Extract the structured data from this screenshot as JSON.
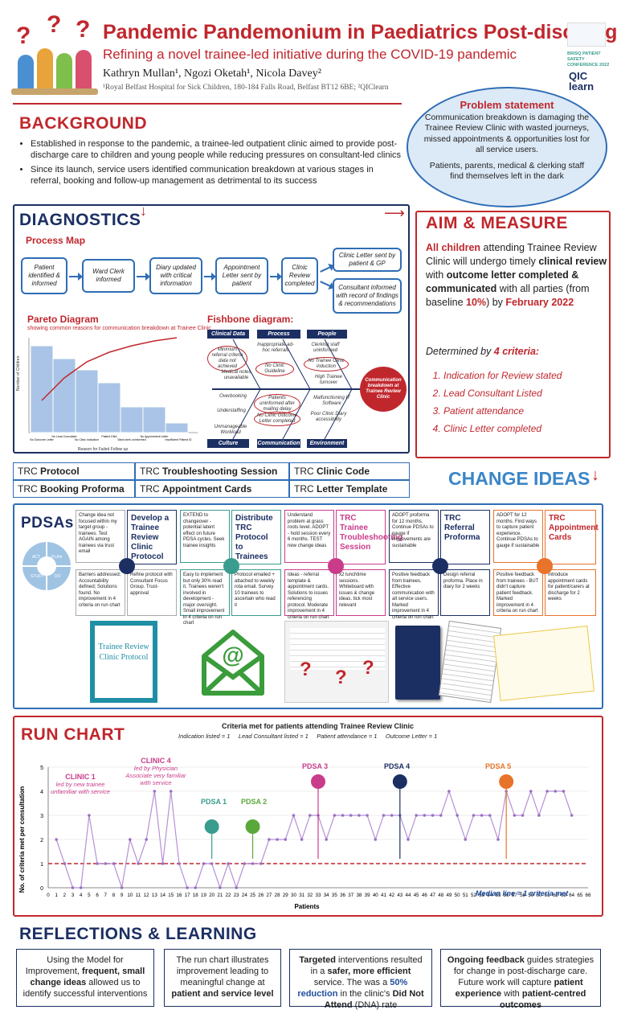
{
  "header": {
    "title": "Pandemic Pandemonium in Paediatrics Post-discharge",
    "subtitle": "Refining a novel trainee-led initiative during the COVID-19 pandemic",
    "authors": "Kathryn Mullan¹, Ngozi Oketah¹, Nicola Davey²",
    "affiliation": "¹Royal Belfast Hospital for Sick Children, 180-184 Falls Road, Belfast BT12 6BE; ²QIClearn",
    "logo1": "BRISQ PATIENT SAFETY CONFERENCE 2022",
    "logo2": "QIC learn"
  },
  "problem": {
    "heading": "Problem statement",
    "p1": "Communication breakdown is damaging the Trainee Review Clinic with wasted journeys, missed appointments & opportunities lost for all service users.",
    "p2": "Patients, parents, medical & clerking staff find themselves left in the dark"
  },
  "background": {
    "title": "BACKGROUND",
    "b1": "Established in response to the pandemic, a trainee-led outpatient clinic aimed to provide post-discharge care to children and young people while reducing pressures on consultant-led clinics",
    "b2": "Since its launch, service users identified communication breakdown at various stages in referral, booking and follow-up management as detrimental to its success"
  },
  "diagnostics": {
    "title": "DIAGNOSTICS",
    "process_map_title": "Process Map",
    "steps": [
      "Patient identified & informed",
      "Ward Clerk informed",
      "Diary updated with critical information",
      "Appointment Letter sent by patient",
      "Clinic Review completed"
    ],
    "outcomes": [
      "Clinic Letter sent by patient & GP",
      "Consultant informed with record of findings & recommendations"
    ],
    "pareto_title": "Pareto Diagram",
    "pareto_subtitle": "showing common reasons for communication breakdown at Trainee Clinic",
    "pareto_ylabel": "Number of Children",
    "pareto_xlabel": "Reason for Failed Follow up",
    "pareto_cats": [
      "No Outcome Letter",
      "No Lead Consultant",
      "No Clinic Indication",
      "Patient DNA",
      "Ward clerk uninformed",
      "No Appointment Letter",
      "Insufficient Patient ID"
    ],
    "fishbone_title": "Fishbone diagram:",
    "fishbone_heads": [
      "Clinical Data",
      "Process",
      "People",
      "Culture",
      "Communication",
      "Environment"
    ],
    "fishbone_labels": [
      "Minimum referral criteria data not achieved",
      "Inappropriate ad-hoc referrals",
      "Clerking staff uninformed",
      "No Clinic Guideline",
      "No Trainee Clinic induction",
      "Medical notes unavailable",
      "High Trainee turnover",
      "Overbooking",
      "Patients uninformed after mailing delay",
      "Malfunctioning IT Software",
      "Understaffing",
      "No Clinic Outcome Letter completed",
      "Poor Clinic Diary accessibility",
      "Unmanageable Workload"
    ],
    "fishbone_effect": "Communication breakdown at Trainee Review Clinic"
  },
  "aim": {
    "title": "AIM & MEASURE",
    "text_a": "All children",
    "text_b": " attending Trainee Review Clinic will undergo timely ",
    "text_c": "clinical review",
    "text_d": " with ",
    "text_e": "outcome letter completed & communicated",
    "text_f": " with all parties (from baseline ",
    "text_g": "10%",
    "text_h": ") by ",
    "text_i": "February 2022",
    "determined": "Determined by",
    "determined_b": "4 criteria:",
    "criteria": [
      "Indication for Review stated",
      "Lead Consultant Listed",
      "Patient attendance",
      "Clinic Letter completed"
    ]
  },
  "trc": {
    "prefix": "TRC",
    "items": [
      "Protocol",
      "Troubleshooting Session",
      "Clinic Code",
      "Booking Proforma",
      "Appointment Cards",
      "Letter Template"
    ],
    "change_ideas": "CHANGE IDEAS"
  },
  "pdsa": {
    "title": "PDSAs",
    "cycle": [
      "ACT",
      "PLAN",
      "STUDY",
      "DO"
    ],
    "titles": [
      "Develop a Trainee Review Clinic Protocol",
      "Distribute TRC Protocol to Trainees",
      "TRC Trainee Troubleshooting Session",
      "TRC Referral Proforma",
      "TRC Appointment Cards"
    ],
    "plan": [
      "Change idea not focused within my target group - trainees. Test AGAIN among trainees via trust email",
      "EXTEND to changeover - potential latent effect on future PDSA cycles. Seek trainee insights",
      "Understand problem at grass roots level. ADOPT - hold session every 6 months. TEST new change ideas",
      "ADOPT proforma for 12 months. Continue PDSAs to gauge if improvements are sustainable",
      "ADOPT for 12 months. Find ways to capture patient experience. Continue PDSAs to gauge if sustainable"
    ],
    "do": [
      "Barriers addressed; Accountability defined; Solutions found. No improvement in 4 criteria on run chart",
      "Refine protocol with Consultant Focus Group. Trust-approval",
      "Easy to implement but only 30% read it. Trainees weren't involved in development - major oversight. Small improvement in 4 criteria on run chart",
      "Protocol emailed + attached to weekly rota email. Survey 10 trainees to ascertain who read it",
      "Ideas - referral template & appointment cards. Solutions to issues referencing protocol. Moderate improvement in 4 criteria on run chart",
      "x2 lunchtime sessions. Whiteboard with issues & change ideas. tick most relevant",
      "Positive feedback from trainees. Effective communication with all service users. Marked improvement in 4 criteria on run chart",
      "Design referral proforma. Place in diary for 2 weeks",
      "Positive feedback from trainees - BUT didn't capture patient feedback. Marked improvement in 4 criteria on run chart",
      "Introduce appointment cards for patient/carers at discharge for 2 weeks"
    ],
    "protocol_doc": "Trainee Review Clinic Protocol"
  },
  "runchart": {
    "title": "RUN CHART",
    "chart_title": "Criteria met for patients attending Trainee Review Clinic",
    "legend": "Indication listed = 1     Lead Consultant listed = 1     Patient attendance = 1     Outcome Letter = 1",
    "median_label": "Median line = 1 criteria met",
    "clinic1_title": "CLINIC 1",
    "clinic1": "led by new trainee unfamiliar with service",
    "clinic4_title": "CLINIC 4",
    "clinic4": "led by Physician Associate very familiar with service",
    "pdsa_labels": [
      "PDSA 1",
      "PDSA 2",
      "PDSA 3",
      "PDSA 4",
      "PDSA 5"
    ]
  },
  "chart_data": {
    "type": "line",
    "title": "Criteria met for patients attending Trainee Review Clinic",
    "xlabel": "Patients",
    "ylabel": "No. of criteria met per consultation",
    "ylim": [
      0,
      5
    ],
    "xlim": [
      0,
      66
    ],
    "median": 1,
    "x": [
      1,
      2,
      3,
      4,
      5,
      6,
      7,
      8,
      9,
      10,
      11,
      12,
      13,
      14,
      15,
      16,
      17,
      18,
      19,
      20,
      21,
      22,
      23,
      24,
      25,
      26,
      27,
      28,
      29,
      30,
      31,
      32,
      33,
      34,
      35,
      36,
      37,
      38,
      39,
      40,
      41,
      42,
      43,
      44,
      45,
      46,
      47,
      48,
      49,
      50,
      51,
      52,
      53,
      54,
      55,
      56,
      57,
      58,
      59,
      60,
      61,
      62,
      63,
      64
    ],
    "y": [
      2,
      1,
      0,
      0,
      3,
      1,
      1,
      1,
      0,
      2,
      1,
      2,
      4,
      1,
      4,
      1,
      0,
      0,
      1,
      1,
      0,
      1,
      0,
      1,
      1,
      1,
      2,
      2,
      2,
      3,
      2,
      3,
      3,
      2,
      3,
      3,
      3,
      3,
      3,
      2,
      3,
      3,
      3,
      2,
      3,
      3,
      3,
      3,
      4,
      3,
      2,
      3,
      3,
      3,
      2,
      4,
      3,
      3,
      4,
      3,
      4,
      4,
      4,
      3
    ],
    "pdsa_at": [
      20,
      25,
      33,
      43,
      56
    ]
  },
  "reflections": {
    "title": "REFLECTIONS & LEARNING",
    "r1_a": "Using the Model for Improvement, ",
    "r1_b": "frequent, small change ideas",
    "r1_c": " allowed us to identify successful interventions",
    "r2_a": "The run chart illustrates improvement leading to meaningful change at ",
    "r2_b": "patient and service level",
    "r3_a": "Targeted",
    "r3_b": " interventions resulted in a ",
    "r3_c": "safer, more efficient",
    "r3_d": " service. The was a ",
    "r3_e": "50% reduction",
    "r3_f": " in the clinic's ",
    "r3_g": "Did Not Attend",
    "r3_h": " (DNA) rate",
    "r4_a": "Ongoing feedback",
    "r4_b": " guides strategies for change in post-discharge care. Future work will capture ",
    "r4_c": "patient experience",
    "r4_d": " with ",
    "r4_e": "patient-centred outcomes"
  },
  "colors": {
    "red": "#c0272d",
    "blue": "#2f6db5",
    "navy": "#1c2f63",
    "pink": "#c93c8a",
    "teal": "#3a9c8e",
    "green": "#5aa83a",
    "orange": "#e8732a",
    "purple": "#b592d4"
  }
}
